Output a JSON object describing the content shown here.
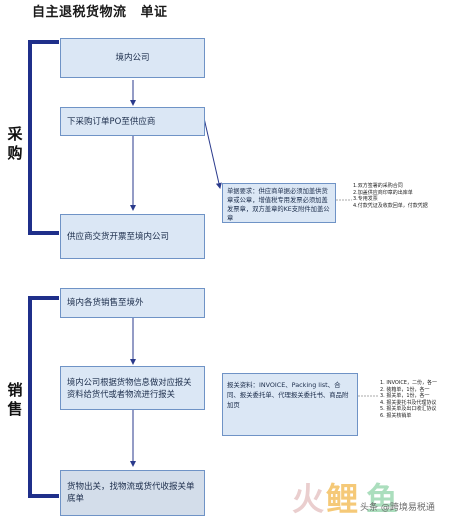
{
  "title": {
    "left": "自主退税货物流",
    "right": "单证"
  },
  "sections": {
    "purchase": [
      "采",
      "购"
    ],
    "sales": [
      "销",
      "售"
    ]
  },
  "boxes": {
    "domestic_company": "境内公司",
    "po_to_supplier": "下采购订单PO至供应商",
    "supplier_delivery": "供应商交货开票至境内公司",
    "goods_to_overseas": "境内各货销售至境外",
    "arrange_export": "境内公司根据货物信息做对应报关资料给货代或者物流进行报关",
    "goods_shipped": "货物出关，找物流或货代收报关单底单"
  },
  "notes": {
    "purchase_requirements": "单据要求：供应商单据必须加盖供货章或公章，增值税专用发票必须加盖发票章，双方盖章的KE支附件加盖公章",
    "sales_documents": "报关资料：INVOICE、Packing list、合同、报关委托单、代理报关委托书、商品附加页"
  },
  "tiny_lists": {
    "purchase": [
      "1.双方签署的采购合同",
      "2.加盖供应商印章的出库单",
      "3.专用发票",
      "4.付款凭证及收款回单，付款凭据"
    ],
    "sales": [
      "1. INVOICE，二份，各一",
      "2. 装箱单，1份，各一",
      "3. 报关单，1份，各一",
      "4. 报关委托书及代理协议",
      "5. 报关单及出口收汇协议",
      "6. 报关核销单"
    ]
  },
  "watermark": {
    "logo_text": "火鲤鱼",
    "caption": "头条 @跨境易税通"
  }
}
